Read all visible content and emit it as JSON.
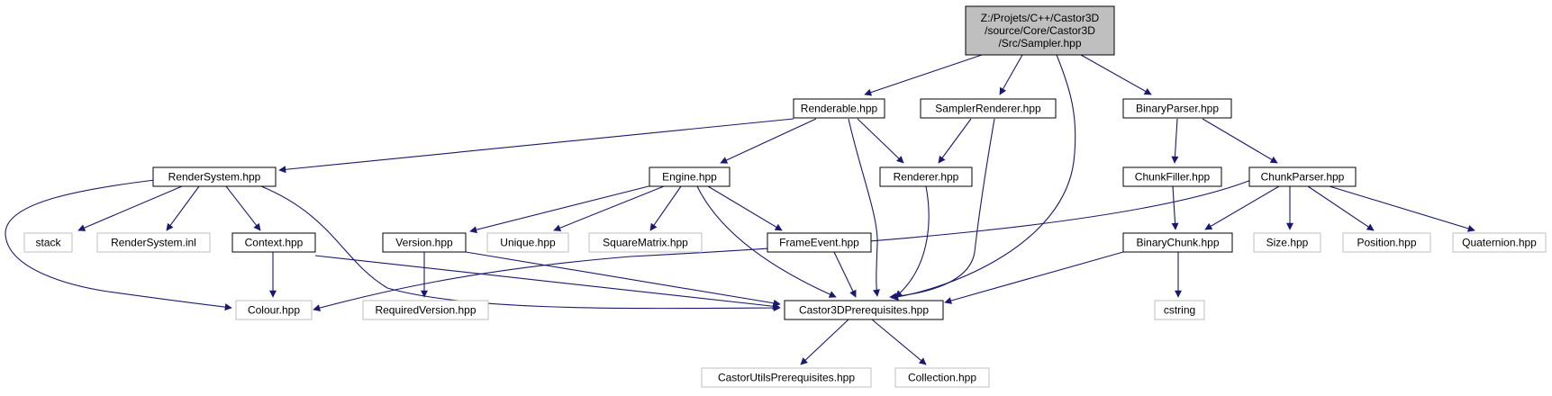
{
  "graph": {
    "colors": {
      "edge": "#191970",
      "root_fill": "#bfbfbf",
      "root_stroke": "#000000",
      "local_stroke": "#000000",
      "external_stroke": "#bfbfbf",
      "background": "#ffffff"
    },
    "nodes": [
      {
        "id": "root",
        "lines": [
          "Z:/Projets/C++/Castor3D",
          "/source/Core/Castor3D",
          "/Src/Sampler.hpp"
        ],
        "kind": "root"
      },
      {
        "id": "renderable",
        "lines": [
          "Renderable.hpp"
        ],
        "kind": "local"
      },
      {
        "id": "samplerrenderer",
        "lines": [
          "SamplerRenderer.hpp"
        ],
        "kind": "local"
      },
      {
        "id": "binaryparser",
        "lines": [
          "BinaryParser.hpp"
        ],
        "kind": "local"
      },
      {
        "id": "rendersystem",
        "lines": [
          "RenderSystem.hpp"
        ],
        "kind": "local"
      },
      {
        "id": "engine",
        "lines": [
          "Engine.hpp"
        ],
        "kind": "local"
      },
      {
        "id": "renderer",
        "lines": [
          "Renderer.hpp"
        ],
        "kind": "local"
      },
      {
        "id": "chunkfiller",
        "lines": [
          "ChunkFiller.hpp"
        ],
        "kind": "local"
      },
      {
        "id": "chunkparser",
        "lines": [
          "ChunkParser.hpp"
        ],
        "kind": "local"
      },
      {
        "id": "stack",
        "lines": [
          "stack"
        ],
        "kind": "external"
      },
      {
        "id": "rendersysteminl",
        "lines": [
          "RenderSystem.inl"
        ],
        "kind": "external"
      },
      {
        "id": "context",
        "lines": [
          "Context.hpp"
        ],
        "kind": "local"
      },
      {
        "id": "version",
        "lines": [
          "Version.hpp"
        ],
        "kind": "local"
      },
      {
        "id": "unique",
        "lines": [
          "Unique.hpp"
        ],
        "kind": "external"
      },
      {
        "id": "squarematrix",
        "lines": [
          "SquareMatrix.hpp"
        ],
        "kind": "external"
      },
      {
        "id": "frameevent",
        "lines": [
          "FrameEvent.hpp"
        ],
        "kind": "local"
      },
      {
        "id": "binarychunk",
        "lines": [
          "BinaryChunk.hpp"
        ],
        "kind": "local"
      },
      {
        "id": "size",
        "lines": [
          "Size.hpp"
        ],
        "kind": "external"
      },
      {
        "id": "position",
        "lines": [
          "Position.hpp"
        ],
        "kind": "external"
      },
      {
        "id": "quaternion",
        "lines": [
          "Quaternion.hpp"
        ],
        "kind": "external"
      },
      {
        "id": "colour",
        "lines": [
          "Colour.hpp"
        ],
        "kind": "external"
      },
      {
        "id": "requiredversion",
        "lines": [
          "RequiredVersion.hpp"
        ],
        "kind": "external"
      },
      {
        "id": "prereq",
        "lines": [
          "Castor3DPrerequisites.hpp"
        ],
        "kind": "local"
      },
      {
        "id": "cstring",
        "lines": [
          "cstring"
        ],
        "kind": "external"
      },
      {
        "id": "castorutils",
        "lines": [
          "CastorUtilsPrerequisites.hpp"
        ],
        "kind": "external"
      },
      {
        "id": "collection",
        "lines": [
          "Collection.hpp"
        ],
        "kind": "external"
      }
    ],
    "edges": [
      {
        "from": "root",
        "to": "renderable"
      },
      {
        "from": "root",
        "to": "samplerrenderer"
      },
      {
        "from": "root",
        "to": "prereq"
      },
      {
        "from": "root",
        "to": "binaryparser"
      },
      {
        "from": "renderable",
        "to": "rendersystem"
      },
      {
        "from": "renderable",
        "to": "engine"
      },
      {
        "from": "renderable",
        "to": "renderer"
      },
      {
        "from": "renderable",
        "to": "prereq"
      },
      {
        "from": "samplerrenderer",
        "to": "renderer"
      },
      {
        "from": "samplerrenderer",
        "to": "prereq"
      },
      {
        "from": "binaryparser",
        "to": "chunkfiller"
      },
      {
        "from": "binaryparser",
        "to": "chunkparser"
      },
      {
        "from": "rendersystem",
        "to": "stack"
      },
      {
        "from": "rendersystem",
        "to": "rendersysteminl"
      },
      {
        "from": "rendersystem",
        "to": "context"
      },
      {
        "from": "rendersystem",
        "to": "colour"
      },
      {
        "from": "rendersystem",
        "to": "prereq"
      },
      {
        "from": "engine",
        "to": "version"
      },
      {
        "from": "engine",
        "to": "unique"
      },
      {
        "from": "engine",
        "to": "squarematrix"
      },
      {
        "from": "engine",
        "to": "frameevent"
      },
      {
        "from": "engine",
        "to": "prereq"
      },
      {
        "from": "renderer",
        "to": "prereq"
      },
      {
        "from": "chunkfiller",
        "to": "binarychunk"
      },
      {
        "from": "chunkparser",
        "to": "binarychunk"
      },
      {
        "from": "chunkparser",
        "to": "size"
      },
      {
        "from": "chunkparser",
        "to": "position"
      },
      {
        "from": "chunkparser",
        "to": "quaternion"
      },
      {
        "from": "chunkparser",
        "to": "colour"
      },
      {
        "from": "context",
        "to": "colour"
      },
      {
        "from": "context",
        "to": "prereq"
      },
      {
        "from": "version",
        "to": "requiredversion"
      },
      {
        "from": "version",
        "to": "prereq"
      },
      {
        "from": "frameevent",
        "to": "prereq"
      },
      {
        "from": "binarychunk",
        "to": "prereq"
      },
      {
        "from": "binarychunk",
        "to": "cstring"
      },
      {
        "from": "prereq",
        "to": "castorutils"
      },
      {
        "from": "prereq",
        "to": "collection"
      }
    ]
  }
}
